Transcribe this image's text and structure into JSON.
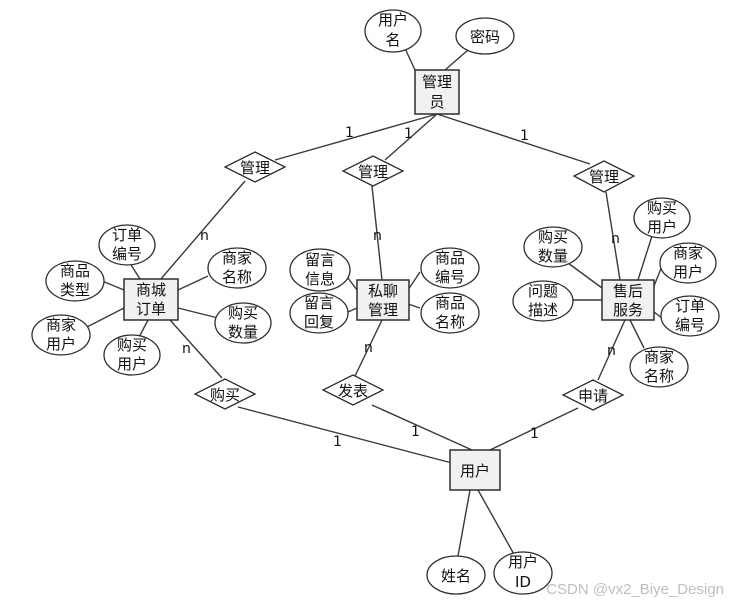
{
  "entities": {
    "admin": [
      "管理",
      "员"
    ],
    "order": [
      "商城",
      "订单"
    ],
    "chat": [
      "私聊",
      "管理"
    ],
    "after_sale": [
      "售后",
      "服务"
    ],
    "user": [
      "用户"
    ]
  },
  "relationships": {
    "manage_order": "管理",
    "manage_chat": "管理",
    "manage_after_sale": "管理",
    "buy": "购买",
    "publish": "发表",
    "apply": "申请"
  },
  "attributes": {
    "admin_username": [
      "用户",
      "名"
    ],
    "admin_password": [
      "密码"
    ],
    "order_no": [
      "订单",
      "编号"
    ],
    "order_goods_type": [
      "商品",
      "类型"
    ],
    "order_merchant_user": [
      "商家",
      "用户"
    ],
    "order_buyer": [
      "购买",
      "用户"
    ],
    "order_merchant_name": [
      "商家",
      "名称"
    ],
    "order_quantity": [
      "购买",
      "数量"
    ],
    "chat_message": [
      "留言",
      "信息"
    ],
    "chat_reply": [
      "留言",
      "回复"
    ],
    "chat_goods_no": [
      "商品",
      "编号"
    ],
    "chat_goods_name": [
      "商品",
      "名称"
    ],
    "as_quantity": [
      "购买",
      "数量"
    ],
    "as_problem": [
      "问题",
      "描述"
    ],
    "as_buyer": [
      "购买",
      "用户"
    ],
    "as_merchant_user": [
      "商家",
      "用户"
    ],
    "as_order_no": [
      "订单",
      "编号"
    ],
    "as_merchant_name": [
      "商家",
      "名称"
    ],
    "user_name": [
      "姓名"
    ],
    "user_id": [
      "用户",
      "ID"
    ]
  },
  "cardinalities": {
    "admin_order": "1",
    "admin_chat": "1",
    "admin_after_sale": "1",
    "order_manage": "n",
    "chat_manage": "n",
    "after_sale_manage": "n",
    "order_buy": "n",
    "chat_publish": "n",
    "after_sale_apply": "n",
    "user_buy": "1",
    "user_publish": "1",
    "user_apply": "1"
  },
  "watermark": "CSDN @vx2_Biye_Design"
}
